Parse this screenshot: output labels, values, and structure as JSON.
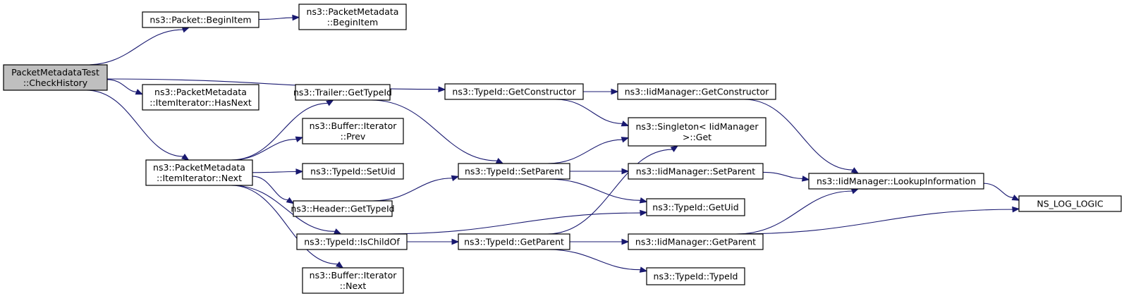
{
  "graph": {
    "title": "",
    "colors": {
      "edge": "#191970",
      "node_fill": "#ffffff",
      "root_fill": "#bfbfbf",
      "border": "#000000"
    },
    "nodes": [
      {
        "id": "root",
        "lines": [
          "PacketMetadataTest",
          "::CheckHistory"
        ],
        "root": true
      },
      {
        "id": "pkt_begin",
        "lines": [
          "ns3::Packet::BeginItem"
        ]
      },
      {
        "id": "pm_begin",
        "lines": [
          "ns3::PacketMetadata",
          "::BeginItem"
        ]
      },
      {
        "id": "it_hasnext",
        "lines": [
          "ns3::PacketMetadata",
          "::ItemIterator::HasNext"
        ]
      },
      {
        "id": "it_next",
        "lines": [
          "ns3::PacketMetadata",
          "::ItemIterator::Next"
        ]
      },
      {
        "id": "trailer_gt",
        "lines": [
          "ns3::Trailer::GetTypeId"
        ]
      },
      {
        "id": "buf_prev",
        "lines": [
          "ns3::Buffer::Iterator",
          "::Prev"
        ]
      },
      {
        "id": "tid_setuid",
        "lines": [
          "ns3::TypeId::SetUid"
        ]
      },
      {
        "id": "header_gt",
        "lines": [
          "ns3::Header::GetTypeId"
        ]
      },
      {
        "id": "tid_ischild",
        "lines": [
          "ns3::TypeId::IsChildOf"
        ]
      },
      {
        "id": "buf_next",
        "lines": [
          "ns3::Buffer::Iterator",
          "::Next"
        ]
      },
      {
        "id": "tid_getctor",
        "lines": [
          "ns3::TypeId::GetConstructor"
        ]
      },
      {
        "id": "tid_setparent",
        "lines": [
          "ns3::TypeId::SetParent"
        ]
      },
      {
        "id": "tid_getparent",
        "lines": [
          "ns3::TypeId::GetParent"
        ]
      },
      {
        "id": "iid_getctor",
        "lines": [
          "ns3::IidManager::GetConstructor"
        ]
      },
      {
        "id": "singleton_get",
        "lines": [
          "ns3::Singleton< IidManager",
          ">::Get"
        ]
      },
      {
        "id": "iid_setparent",
        "lines": [
          "ns3::IidManager::SetParent"
        ]
      },
      {
        "id": "tid_getuid",
        "lines": [
          "ns3::TypeId::GetUid"
        ]
      },
      {
        "id": "iid_getparent",
        "lines": [
          "ns3::IidManager::GetParent"
        ]
      },
      {
        "id": "tid_typeid",
        "lines": [
          "ns3::TypeId::TypeId"
        ]
      },
      {
        "id": "iid_lookup",
        "lines": [
          "ns3::IidManager::LookupInformation"
        ]
      },
      {
        "id": "ns_log",
        "lines": [
          "NS_LOG_LOGIC"
        ]
      }
    ],
    "edges": [
      {
        "from": "root",
        "to": "pkt_begin"
      },
      {
        "from": "pkt_begin",
        "to": "pm_begin"
      },
      {
        "from": "root",
        "to": "tid_getctor"
      },
      {
        "from": "root",
        "to": "it_hasnext"
      },
      {
        "from": "root",
        "to": "it_next"
      },
      {
        "from": "it_next",
        "to": "trailer_gt"
      },
      {
        "from": "it_next",
        "to": "buf_prev"
      },
      {
        "from": "it_next",
        "to": "tid_setuid"
      },
      {
        "from": "it_next",
        "to": "header_gt"
      },
      {
        "from": "it_next",
        "to": "tid_ischild"
      },
      {
        "from": "it_next",
        "to": "buf_next"
      },
      {
        "from": "trailer_gt",
        "to": "tid_setparent"
      },
      {
        "from": "header_gt",
        "to": "tid_setparent"
      },
      {
        "from": "tid_ischild",
        "to": "tid_getparent"
      },
      {
        "from": "tid_ischild",
        "to": "tid_getuid"
      },
      {
        "from": "tid_getctor",
        "to": "iid_getctor"
      },
      {
        "from": "tid_getctor",
        "to": "singleton_get"
      },
      {
        "from": "tid_setparent",
        "to": "singleton_get"
      },
      {
        "from": "tid_setparent",
        "to": "iid_setparent"
      },
      {
        "from": "tid_setparent",
        "to": "tid_getuid"
      },
      {
        "from": "tid_getparent",
        "to": "singleton_get"
      },
      {
        "from": "tid_getparent",
        "to": "iid_getparent"
      },
      {
        "from": "tid_getparent",
        "to": "tid_typeid"
      },
      {
        "from": "iid_getctor",
        "to": "iid_lookup"
      },
      {
        "from": "iid_setparent",
        "to": "iid_lookup"
      },
      {
        "from": "iid_getparent",
        "to": "iid_lookup"
      },
      {
        "from": "iid_getparent",
        "to": "ns_log"
      },
      {
        "from": "iid_lookup",
        "to": "ns_log"
      }
    ]
  }
}
